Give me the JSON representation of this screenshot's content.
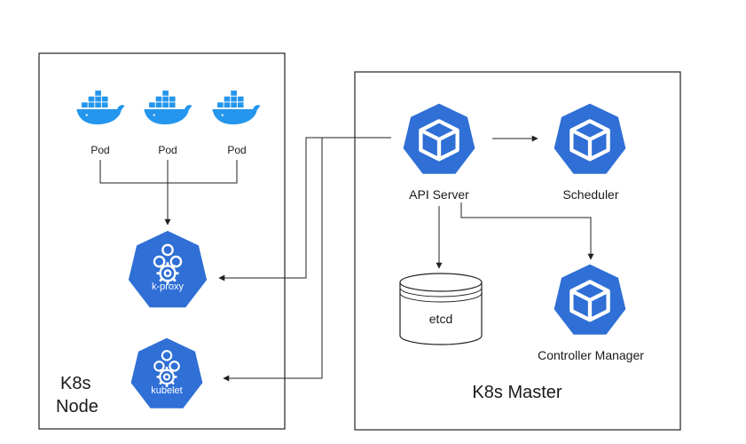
{
  "node": {
    "title_line1": "K8s",
    "title_line2": "Node",
    "pods": [
      {
        "label": "Pod"
      },
      {
        "label": "Pod"
      },
      {
        "label": "Pod"
      }
    ],
    "kproxy_label": "k-proxy",
    "kubelet_label": "kubelet"
  },
  "master": {
    "title": "K8s Master",
    "api_server_label": "API Server",
    "scheduler_label": "Scheduler",
    "etcd_label": "etcd",
    "controller_manager_label": "Controller Manager"
  },
  "colors": {
    "k8s_blue": "#2f6fd6",
    "docker_blue": "#2496ed",
    "line": "#222222",
    "border": "#222222"
  },
  "icons": {
    "pod": "docker-whale-icon",
    "k8s_component": "kubernetes-cube-icon",
    "node_agent": "kubernetes-cog-icon",
    "datastore": "database-cylinder-icon"
  }
}
